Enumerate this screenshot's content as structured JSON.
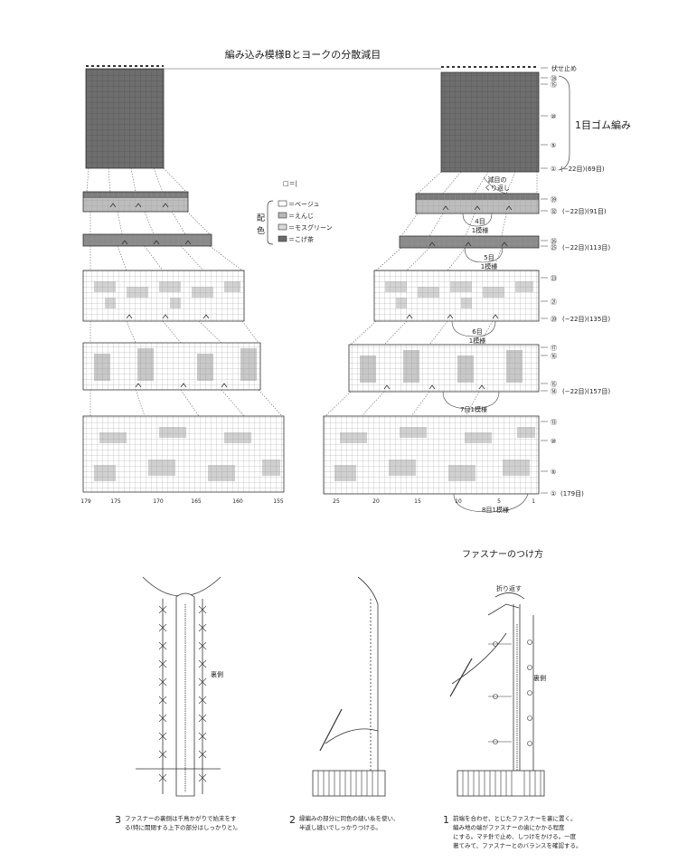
{
  "title": "編み込み模様Bとヨークの分散減目",
  "fastener_title": "ファスナーのつけ方",
  "legend": {
    "one": "□＝|",
    "heading_1": "配",
    "heading_2": "色",
    "items": [
      {
        "label": "＝ベージュ",
        "color": "#ffffff"
      },
      {
        "label": "＝えんじ",
        "color": "#b8b8b8"
      },
      {
        "label": "＝モスグリーン",
        "color": "#d8d8d8"
      },
      {
        "label": "＝こげ茶",
        "color": "#6a6a6a"
      }
    ]
  },
  "right_labels": {
    "bind_off": "伏せ止め",
    "rib": "1目ゴム編み",
    "rib_rows": [
      "㉘",
      "⑮",
      "⑩",
      "⑤",
      "①"
    ],
    "rib_count": "(−22目)(69目)",
    "turn_note_1": "減目の",
    "turn_note_2": "くり返し",
    "band1_rows": [
      "㊴",
      "㉜"
    ],
    "band1_count": "(−22目)(91目)",
    "band2_rows": [
      "㉖",
      "㉕"
    ],
    "band2_count": "(−22目)(113目)",
    "band3_rows": [
      "㉓",
      "㉑",
      "⑳"
    ],
    "band3_count": "(−22目)(135目)",
    "band4_rows": [
      "⑰",
      "⑯",
      "⑮",
      "⑭"
    ],
    "band4_count": "(−22目)(157目)",
    "band5_rows": [
      "⑬",
      "⑩",
      "⑤",
      "①"
    ],
    "band5_count": "(179目)"
  },
  "repeat_notes": {
    "r4_1": "4目",
    "r4_2": "1模様",
    "r5_1": "5目",
    "r5_2": "1模様",
    "r6_1": "6目",
    "r6_2": "1模様",
    "r7": "7目1模様",
    "r8": "8目1模様"
  },
  "axis_left": [
    "179",
    "175",
    "170",
    "165",
    "160",
    "155"
  ],
  "axis_right": [
    "25",
    "20",
    "15",
    "10",
    "5",
    "1"
  ],
  "steps": {
    "s3_num": "3",
    "s3_line1": "ファスナーの裏側は千鳥かがりで始末をす",
    "s3_line2": "る(特に開閉する上下の部分はしっかりと)。",
    "s3_label": "裏側",
    "s2_num": "2",
    "s2_line1": "縁編みの部分に同色の縫い糸を使い、",
    "s2_line2": "半返し縫いでしっかりつける。",
    "s1_num": "1",
    "s1_line1": "前端を合わせ、とじたファスナーを裏に置く。",
    "s1_line2": "編み地の端がファスナーの歯にかかる程度",
    "s1_line3": "にする。マチ針で止め、しつけをかける。一度",
    "s1_line4": "著てみて、ファスナーとのバランスを確認する。",
    "s1_fold": "折り返す",
    "s1_label": "裏側"
  }
}
